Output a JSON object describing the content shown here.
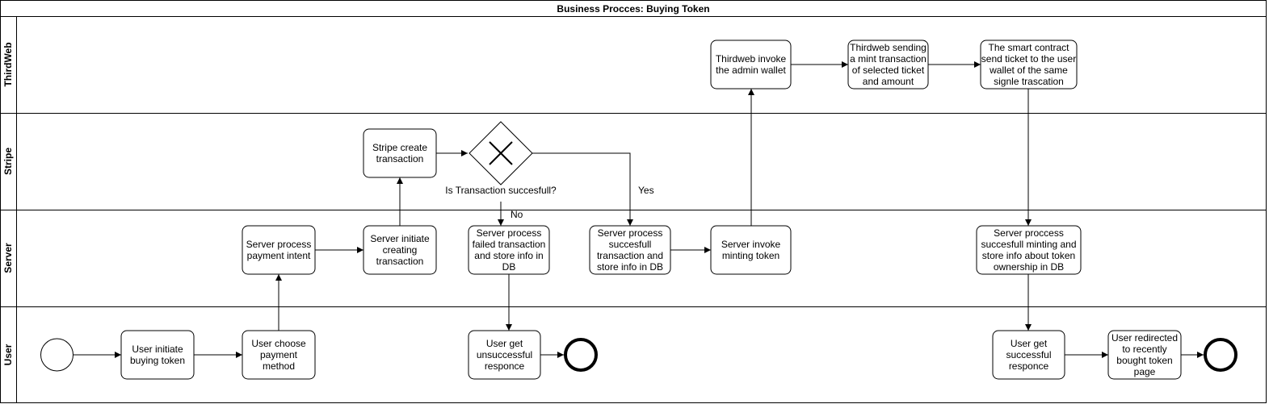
{
  "pool_title": "Business Procces: Buying Token",
  "lanes": [
    {
      "key": "thirdweb",
      "label": "ThirdWeb"
    },
    {
      "key": "stripe",
      "label": "Stripe"
    },
    {
      "key": "server",
      "label": "Server"
    },
    {
      "key": "user",
      "label": "User"
    }
  ],
  "tasks": {
    "user_initiate": [
      "User initiate",
      "buying token"
    ],
    "user_choose": [
      "User choose",
      "payment",
      "method"
    ],
    "server_intent": [
      "Server process",
      "payment intent"
    ],
    "server_initiate": [
      "Server initiate",
      "creating",
      "transaction"
    ],
    "stripe_create": [
      "Stripe create",
      "transaction"
    ],
    "server_failed": [
      "Server process",
      "failed transaction",
      "and store info in",
      "DB"
    ],
    "user_unsuccessful": [
      "User get",
      "unsuccessful",
      "responce"
    ],
    "server_success": [
      "Server process",
      "succesfull",
      "transaction and",
      "store info in DB"
    ],
    "server_invoke": [
      "Server invoke",
      "minting token"
    ],
    "thirdweb_invoke": [
      "Thirdweb invoke",
      "the admin wallet"
    ],
    "thirdweb_mint": [
      "Thirdweb sending",
      "a mint transaction",
      "of selected ticket",
      "and amount"
    ],
    "smart_contract": [
      "The smart contract",
      "send ticket to the user",
      "wallet of the same",
      "signle trascation"
    ],
    "server_minting": [
      "Server proccess",
      "succesfull minting and",
      "store info about token",
      "ownership in DB"
    ],
    "user_successful": [
      "User get",
      "successful",
      "responce"
    ],
    "user_redirected": [
      "User redirected",
      "to recently",
      "bought token",
      "page"
    ]
  },
  "gateway": {
    "label": "Is Transaction succesfull?"
  },
  "flow_labels": {
    "yes": "Yes",
    "no": "No"
  }
}
